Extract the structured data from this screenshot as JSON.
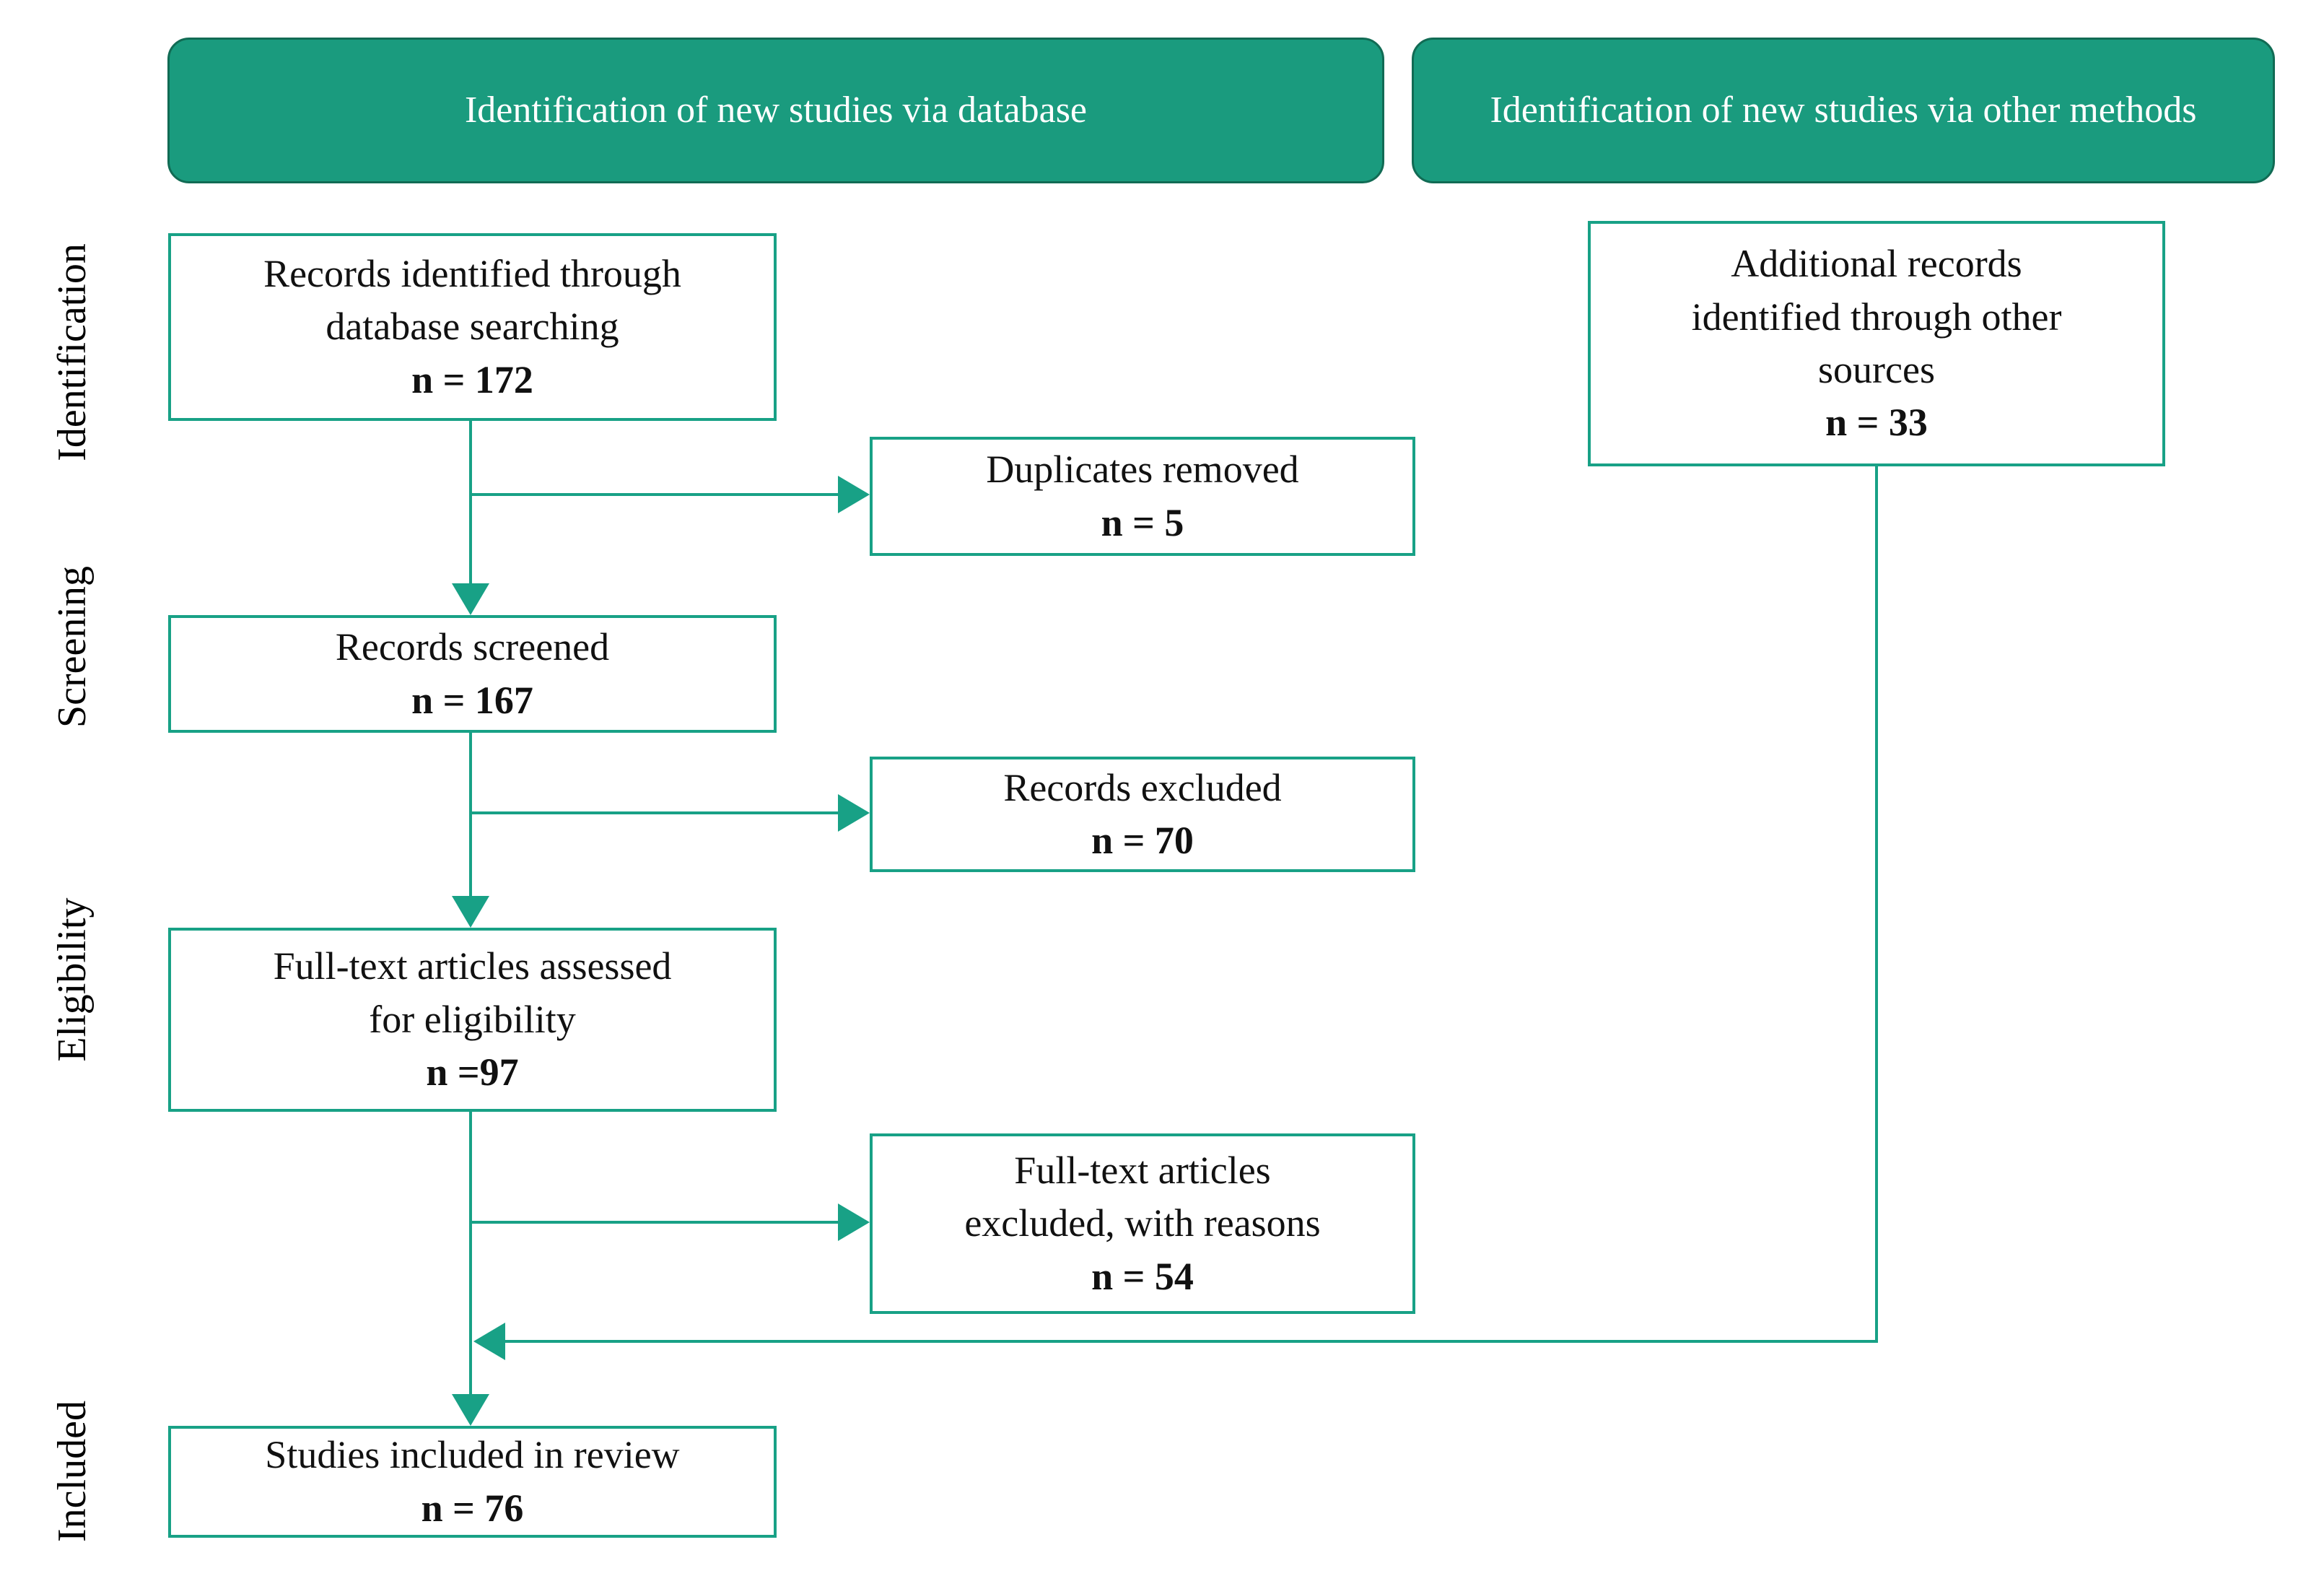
{
  "colors": {
    "header_fill": "#1A9B7E",
    "header_border": "#116B54",
    "line": "#18A186",
    "text": "#111111",
    "header_text": "#FFFFFF"
  },
  "headers": [
    {
      "label": "Identification of new studies via database"
    },
    {
      "label": "Identification of new studies via other methods"
    }
  ],
  "stages": [
    "Identification",
    "Screening",
    "Eligibility",
    "Included"
  ],
  "boxes": {
    "records_identified": {
      "lines": [
        "Records identified through",
        "database searching"
      ],
      "count": "n = 172"
    },
    "duplicates_removed": {
      "lines": [
        "Duplicates removed"
      ],
      "count": "n = 5"
    },
    "records_screened": {
      "lines": [
        "Records screened"
      ],
      "count": "n = 167"
    },
    "records_excluded": {
      "lines": [
        "Records excluded"
      ],
      "count": "n = 70"
    },
    "fulltext_assessed": {
      "lines": [
        "Full-text articles assessed",
        "for eligibility"
      ],
      "count": "n =97"
    },
    "fulltext_excluded": {
      "lines": [
        "Full-text articles",
        "excluded, with reasons"
      ],
      "count": "n = 54"
    },
    "additional_records": {
      "lines": [
        "Additional records",
        "identified through other",
        "sources"
      ],
      "count": "n = 33"
    },
    "studies_included": {
      "lines": [
        "Studies included in review"
      ],
      "count": "n = 76"
    }
  }
}
